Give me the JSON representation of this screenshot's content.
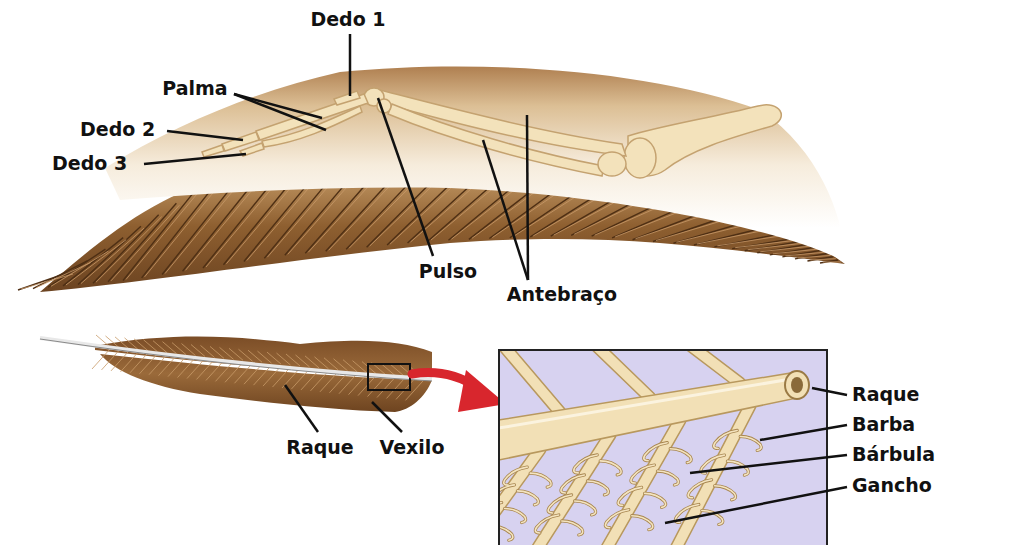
{
  "diagram": {
    "labels": [
      "Dedo 1",
      "Palma",
      "Dedo 2",
      "Dedo 3",
      "Pulso",
      "Antebraço",
      "Raque",
      "Vexilo",
      "Raque",
      "Barba",
      "Bárbula",
      "Gancho"
    ]
  }
}
